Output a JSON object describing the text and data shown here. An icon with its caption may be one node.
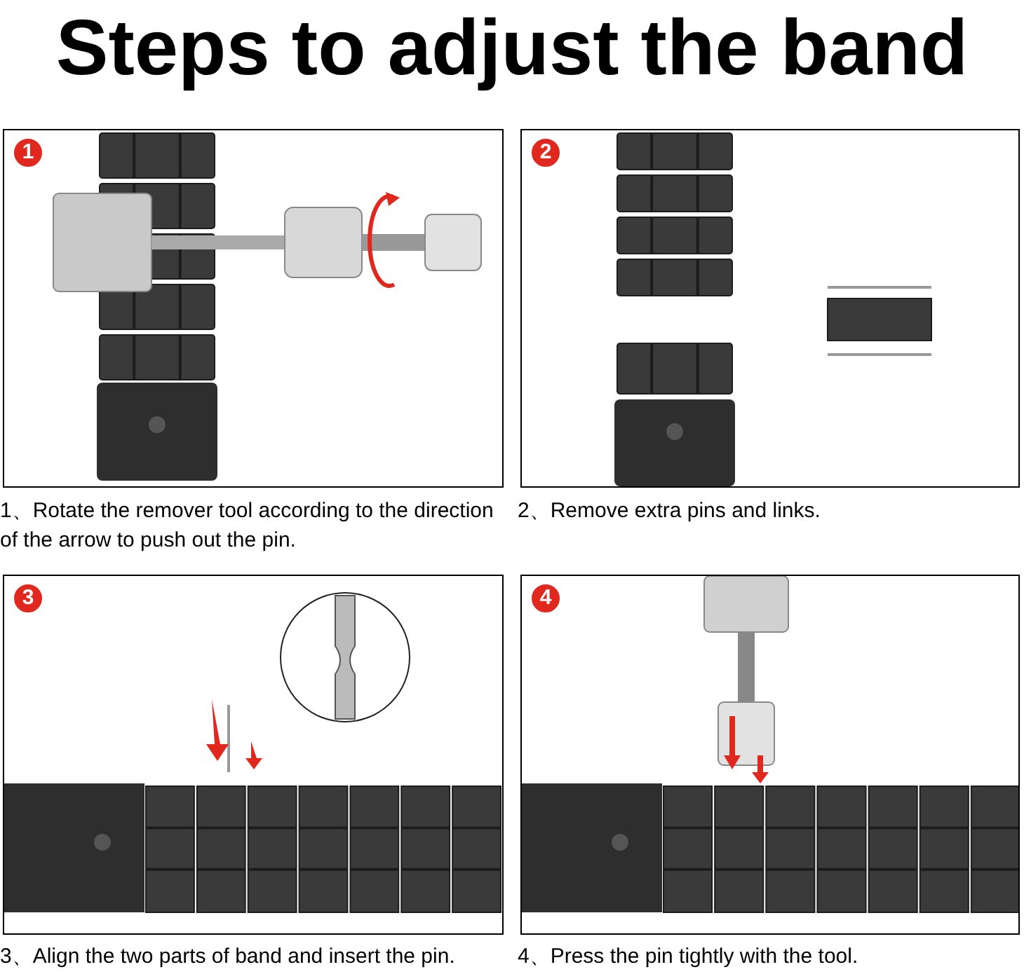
{
  "diagram": {
    "title": "Steps to adjust the band",
    "nodes": [
      {
        "text": [
          "1"
        ],
        "beside": [
          "1、Rotate the remover tool according to the direction of the arrow to push out the pin."
        ]
      },
      {
        "text": [
          "2"
        ],
        "beside": [
          "2、Remove extra pins and links."
        ]
      },
      {
        "text": [
          "3"
        ],
        "beside": [
          "3、Align the two parts of band and insert the pin."
        ]
      },
      {
        "text": [
          "4"
        ],
        "beside": [
          "4、Press the pin tightly with the tool."
        ]
      }
    ]
  }
}
